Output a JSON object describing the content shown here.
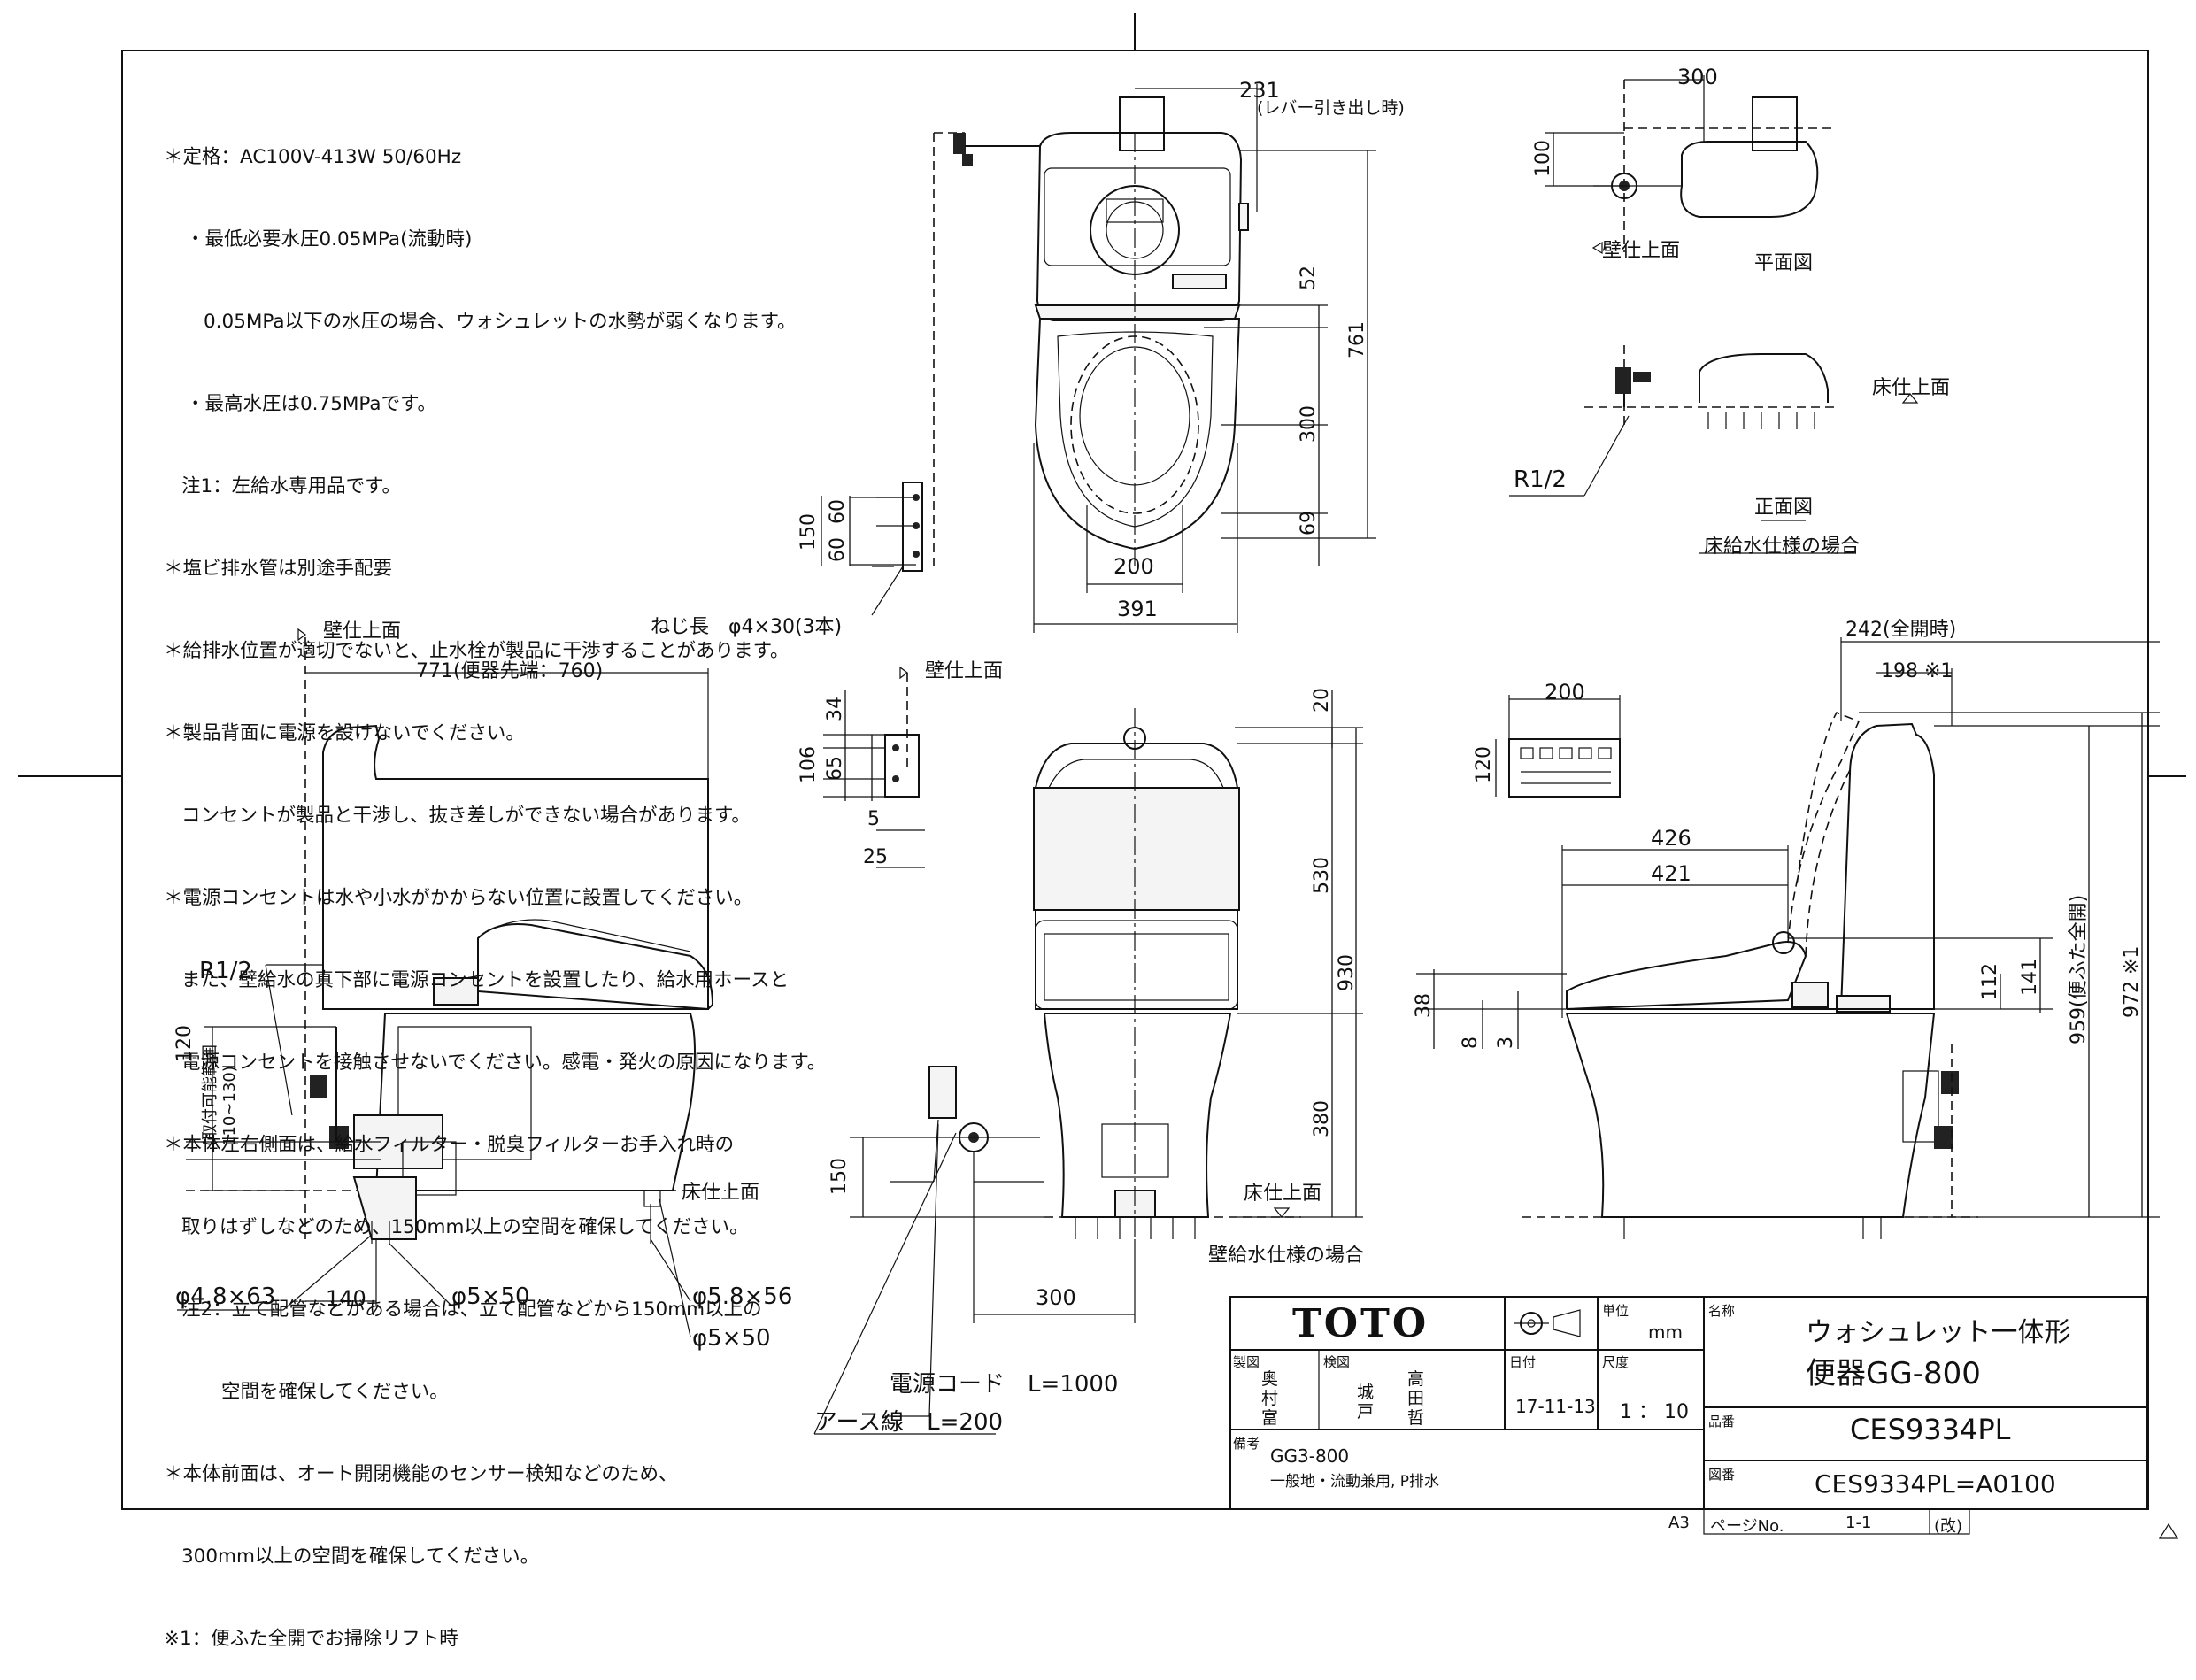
{
  "notes": [
    "＊定格：AC100V-413W 50/60Hz",
    "・最低必要水圧0.05MPa(流動時)",
    "0.05MPa以下の水圧の場合、ウォシュレットの水勢が弱くなります。",
    "・最高水圧は0.75MPaです。",
    "注1：左給水専用品です。",
    "＊塩ビ排水管は別途手配要",
    "＊給排水位置が適切でないと、止水栓が製品に干渉することがあります。",
    "＊製品背面に電源を設けないでください。",
    "コンセントが製品と干渉し、抜き差しができない場合があります。",
    "＊電源コンセントは水や小水がかからない位置に設置してください。",
    "また、壁給水の真下部に電源コンセントを設置したり、給水用ホースと",
    "電源コンセントを接触させないでください。感電・発火の原因になります。",
    "＊本体左右側面は、給水フィルター・脱臭フィルターお手入れ時の",
    "取りはずしなどのため、150mm以上の空間を確保してください。",
    "注2：立て配管などがある場合は、立て配管などから150mm以上の",
    "空間を確保してください。",
    "＊本体前面は、オート開閉機能のセンサー検知などのため、",
    "300mm以上の空間を確保してください。",
    "※1：便ふた全開でお掃除リフト時"
  ],
  "dims": {
    "d231": "231",
    "lever": "(レバー引き出し時)",
    "d52": "52",
    "d761": "761",
    "d300a": "300",
    "d69": "69",
    "d200a": "200",
    "d391": "391",
    "d150a": "150",
    "d60a": "60",
    "d60b": "60",
    "screw": "ねじ長　φ4×30(3本)",
    "d300b": "300",
    "d100": "100",
    "d771": "771(便器先端：760)",
    "d34": "34",
    "d106": "106",
    "d65": "65",
    "d5": "5",
    "d25": "25",
    "d20": "20",
    "d530": "530",
    "d930": "930",
    "d380": "380",
    "d150b": "150",
    "d300c": "300",
    "d120a": "120",
    "range": "(取付可能範囲",
    "range2": "110~130)",
    "d140": "140",
    "d200b": "200",
    "d120b": "120",
    "d242": "242(全開時)",
    "d198": "198 ※1",
    "d426": "426",
    "d421": "421",
    "d38": "38",
    "d8": "8",
    "d3": "3",
    "d112": "112",
    "d141": "141",
    "d959": "959(便ふた全開)",
    "d972": "972 ※1"
  },
  "labels": {
    "wall1": "壁仕上面",
    "wall2": "壁仕上面",
    "wall3": "壁仕上面",
    "floor1": "床仕上面",
    "floor2": "床仕上面",
    "floor3": "床仕上面",
    "r12a": "R1/2",
    "r12b": "R1/2",
    "plan": "平面図",
    "front": "正面図",
    "floorsupply": "床給水仕様の場合",
    "wallsupply": "壁給水仕様の場合",
    "s1": "φ4.8×63",
    "s2": "φ5×50",
    "s3": "φ5.8×56",
    "s4": "φ5×50",
    "cord": "電源コード　L=1000",
    "earth": "アース線　L=200"
  },
  "titleblock": {
    "logo": "TOTO",
    "unit_label": "単位",
    "unit": "mm",
    "name_label": "名称",
    "name1": "ウォシュレット一体形",
    "name2": "便器GG-800",
    "drawn_label": "製図",
    "drawn": [
      "奥",
      "村",
      "富"
    ],
    "check_label": "検図",
    "check": [
      "城",
      "戸",
      "高",
      "田",
      "哲"
    ],
    "date_label": "日付",
    "date": "17-11-13",
    "scale_label": "尺度",
    "scale": "1 ： 10",
    "part_label": "品番",
    "part": "CES9334PL",
    "remark_label": "備考",
    "remark1": "GG3-800",
    "remark2": "一般地・流動兼用, P排水",
    "dwg_label": "図番",
    "dwg": "CES9334PL=A0100",
    "size": "A3",
    "page_label": "ページNo.",
    "page": "1-1",
    "rev": "(改)"
  }
}
